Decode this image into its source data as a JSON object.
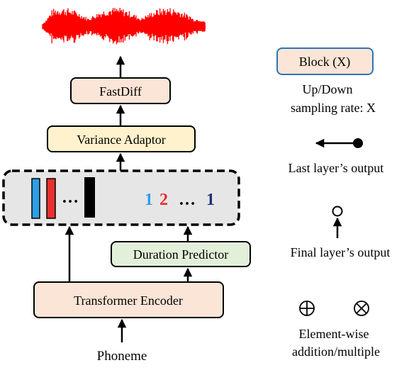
{
  "diagram": {
    "blocks": {
      "fastdiff": "FastDiff",
      "variance_adaptor": "Variance Adaptor",
      "duration_predictor": "Duration Predictor",
      "transformer_encoder": "Transformer Encoder"
    },
    "input_label": "Phoneme",
    "duration_digits": [
      "1",
      "2",
      "…",
      "1"
    ],
    "dots": "…"
  },
  "legend": {
    "block_label": "Block (X)",
    "block_caption_1": "Up/Down",
    "block_caption_2": "sampling rate: X",
    "last_layer_output": "Last layer’s output",
    "final_layer_output": "Final layer’s output",
    "elementwise_1": "Element-wise",
    "elementwise_2": "addition/multiple"
  },
  "colors": {
    "block_pink": "#fbe5d6",
    "block_yellow": "#fff2cc",
    "block_green": "#e2f0d9",
    "dashed_fill": "#e7e6e6",
    "waveform_red": "#ff0000",
    "bar_blue": "#2e9fe6",
    "bar_red": "#e83030",
    "digit_blue": "#2e9fe6",
    "digit_red": "#e83030",
    "digit_navy": "#1f2f7a"
  }
}
